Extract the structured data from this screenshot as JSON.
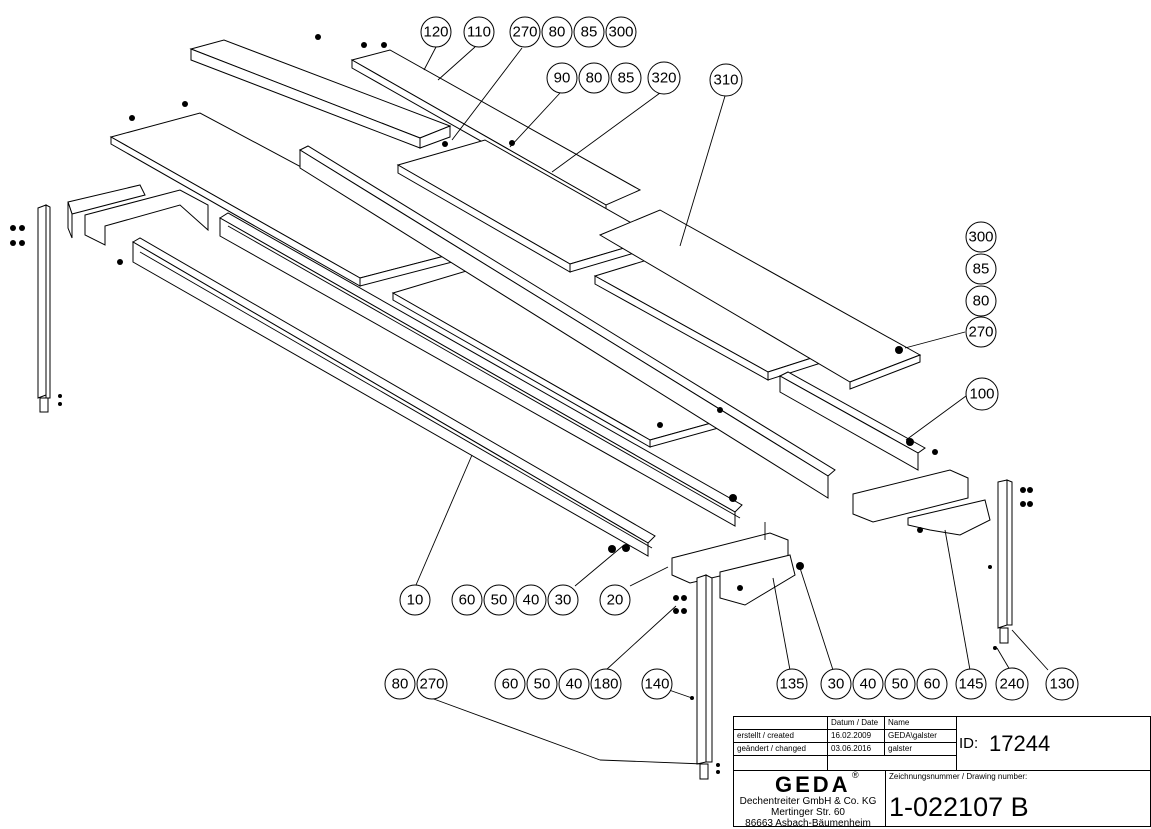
{
  "callouts": [
    {
      "id": "c-120",
      "label": "120"
    },
    {
      "id": "c-110",
      "label": "110"
    },
    {
      "id": "c-270a",
      "label": "270"
    },
    {
      "id": "c-80a",
      "label": "80"
    },
    {
      "id": "c-85a",
      "label": "85"
    },
    {
      "id": "c-300a",
      "label": "300"
    },
    {
      "id": "c-90",
      "label": "90"
    },
    {
      "id": "c-80b",
      "label": "80"
    },
    {
      "id": "c-85b",
      "label": "85"
    },
    {
      "id": "c-320",
      "label": "320"
    },
    {
      "id": "c-310",
      "label": "310"
    },
    {
      "id": "c-300b",
      "label": "300"
    },
    {
      "id": "c-85c",
      "label": "85"
    },
    {
      "id": "c-80c",
      "label": "80"
    },
    {
      "id": "c-270b",
      "label": "270"
    },
    {
      "id": "c-100",
      "label": "100"
    },
    {
      "id": "c-10",
      "label": "10"
    },
    {
      "id": "c-60a",
      "label": "60"
    },
    {
      "id": "c-50a",
      "label": "50"
    },
    {
      "id": "c-40a",
      "label": "40"
    },
    {
      "id": "c-30a",
      "label": "30"
    },
    {
      "id": "c-20",
      "label": "20"
    },
    {
      "id": "c-80d",
      "label": "80"
    },
    {
      "id": "c-270c",
      "label": "270"
    },
    {
      "id": "c-60b",
      "label": "60"
    },
    {
      "id": "c-50b",
      "label": "50"
    },
    {
      "id": "c-40b",
      "label": "40"
    },
    {
      "id": "c-180",
      "label": "180"
    },
    {
      "id": "c-140",
      "label": "140"
    },
    {
      "id": "c-135",
      "label": "135"
    },
    {
      "id": "c-30b",
      "label": "30"
    },
    {
      "id": "c-40c",
      "label": "40"
    },
    {
      "id": "c-50c",
      "label": "50"
    },
    {
      "id": "c-60c",
      "label": "60"
    },
    {
      "id": "c-145",
      "label": "145"
    },
    {
      "id": "c-240",
      "label": "240"
    },
    {
      "id": "c-130",
      "label": "130"
    }
  ],
  "title_block": {
    "header_date": "Datum / Date",
    "header_name": "Name",
    "created_label": "erstellt / created",
    "created_date": "16.02.2009",
    "created_name": "GEDA\\galster",
    "changed_label": "geändert / changed",
    "changed_date": "03.06.2016",
    "changed_name": "galster",
    "id_label": "ID:",
    "id_value": "17244",
    "logo": "GEDA",
    "logo_mark": "®",
    "company": "Dechentreiter GmbH & Co. KG",
    "street": "Mertinger Str. 60",
    "city": "86663 Asbach-Bäumenheim",
    "drawing_number_label": "Zeichnungsnummer / Drawing number:",
    "drawing_number": "1-022107 B"
  }
}
